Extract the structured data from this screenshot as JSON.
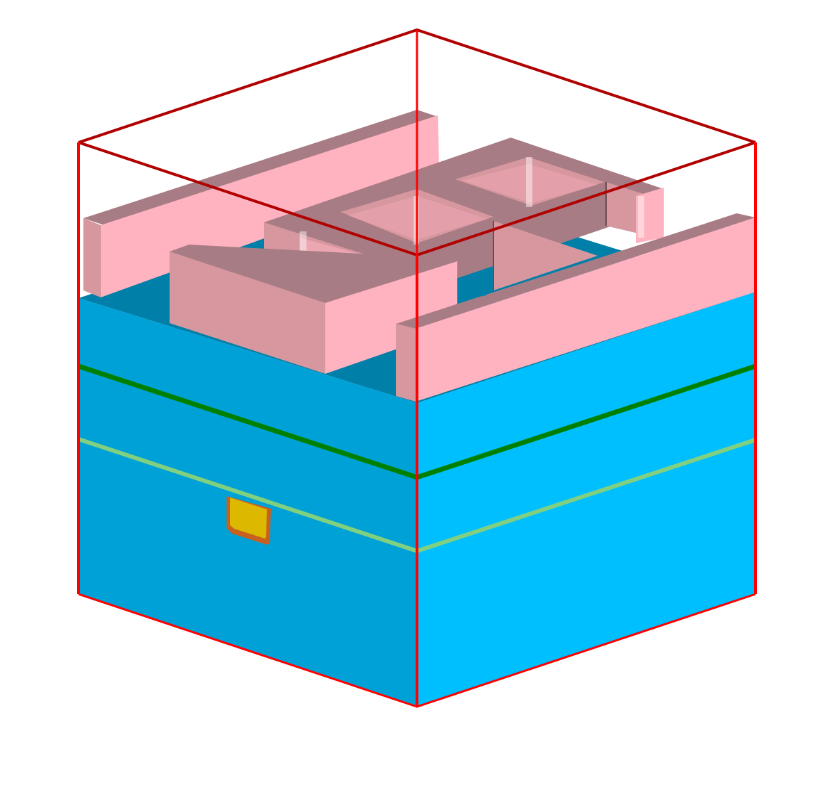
{
  "diagram": {
    "kind": "isometric-3d-layer-stack",
    "labels": [],
    "colors": {
      "background": "#ffffff",
      "substrate_left": "#00a1d6",
      "substrate_right": "#00bfff",
      "substrate_top": "#007fa8",
      "metal_layer_line": "#008000",
      "dielectric_layer_line": "#80d080",
      "pattern_top": "#a87c84",
      "pattern_front_light": "#ffb2c0",
      "pattern_side_dark": "#d6979f",
      "via_block": "#dcb800",
      "via_outline": "#c86020",
      "bounding_box_outer": "#ff0000",
      "bounding_box_inner": "#b00000"
    },
    "layers": [
      {
        "name": "substrate",
        "color_ref": "substrate_right"
      },
      {
        "name": "dielectric",
        "color_ref": "dielectric_layer_line"
      },
      {
        "name": "metal",
        "color_ref": "metal_layer_line"
      },
      {
        "name": "patterned-resist",
        "color_ref": "pattern_front_light"
      }
    ],
    "components": [
      "bounding-box",
      "substrate-block",
      "layer-lines",
      "patterned-structure",
      "via-block"
    ]
  }
}
